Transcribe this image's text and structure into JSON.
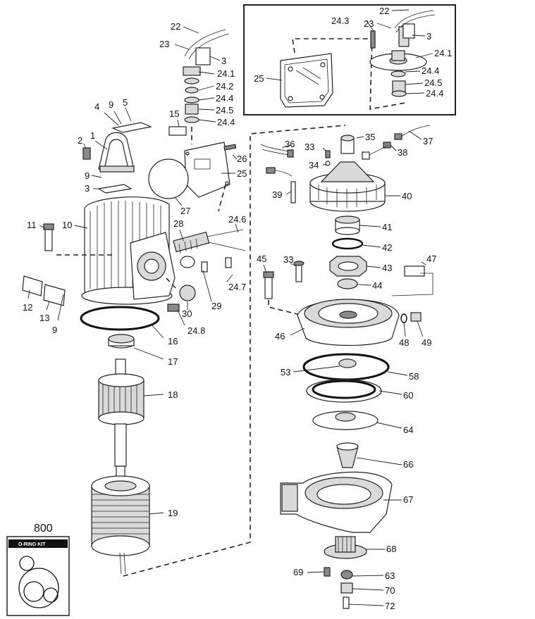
{
  "part_labels": {
    "p22a": "22",
    "p23a": "23",
    "p3a": "3",
    "p24_1a": "24.1",
    "p24_2": "24.2",
    "p24_4a": "24.4",
    "p24_5a": "24.5",
    "p24_4b": "24.4",
    "p4": "4",
    "p9a": "9",
    "p5": "5",
    "p1": "1",
    "p2": "2",
    "p9b": "9",
    "p3b": "3",
    "p15": "15",
    "p26": "26",
    "p25a": "25",
    "p27": "27",
    "p11": "11",
    "p10": "10",
    "p28": "28",
    "p24_6": "24.6",
    "p24_7": "24.7",
    "p29": "29",
    "p30": "30",
    "p24_8": "24.8",
    "p12": "12",
    "p13": "13",
    "p9c": "9",
    "p16": "16",
    "p17": "17",
    "p18": "18",
    "p19": "19",
    "p24_3": "24.3",
    "p22b": "22",
    "p23b": "23",
    "p3c": "3",
    "p24_1b": "24.1",
    "p24_4c": "24.4",
    "p24_5b": "24.5",
    "p24_4d": "24.4",
    "p25b": "25",
    "p35": "35",
    "p37": "37",
    "p36": "36",
    "p33a": "33",
    "p34": "34",
    "p38": "38",
    "p39": "39",
    "p40": "40",
    "p41": "41",
    "p42": "42",
    "p45": "45",
    "p33b": "33",
    "p43": "43",
    "p47": "47",
    "p44": "44",
    "p46": "46",
    "p48": "48",
    "p49": "49",
    "p53": "53",
    "p58": "58",
    "p60": "60",
    "p64": "64",
    "p66": "66",
    "p67": "67",
    "p68": "68",
    "p69": "69",
    "p63": "63",
    "p70": "70",
    "p72": "72"
  },
  "kit": {
    "number": "800",
    "label": "O-RING KIT"
  }
}
